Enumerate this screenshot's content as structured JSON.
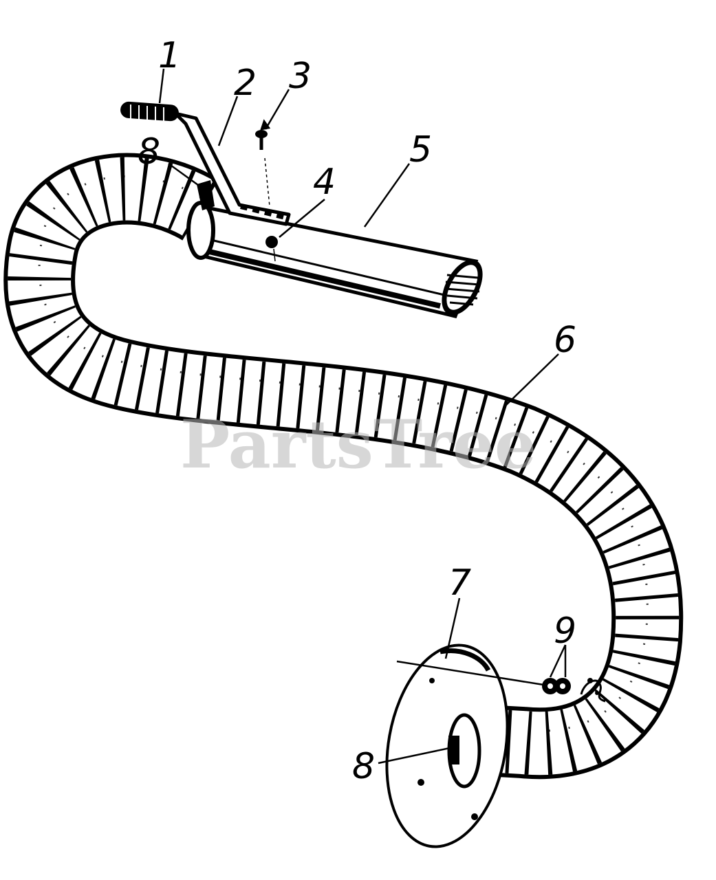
{
  "diagram": {
    "watermark": "PartsTree",
    "callouts": {
      "c1": "1",
      "c2": "2",
      "c3": "3",
      "c4": "4",
      "c5": "5",
      "c6": "6",
      "c7": "7",
      "c8_top": "8",
      "c8_bottom": "8",
      "c9": "9"
    },
    "parts": [
      "handle-grip",
      "handle-bar",
      "screw",
      "nut",
      "nozzle-tube",
      "flexible-hose",
      "mounting-flange",
      "hose-clamp",
      "fasteners"
    ]
  }
}
